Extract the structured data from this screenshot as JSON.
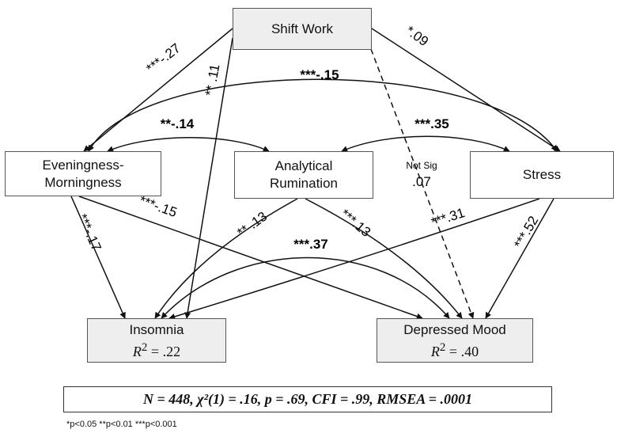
{
  "nodes": {
    "shift_work": {
      "line1": "Shift Work"
    },
    "eveningness": {
      "line1": "Eveningness-",
      "line2": "Morningness"
    },
    "rumination": {
      "line1": "Analytical",
      "line2": "Rumination"
    },
    "stress": {
      "line1": "Stress"
    },
    "insomnia": {
      "line1": "Insomnia",
      "r2_symbol": "R",
      "r2_value": "= .22"
    },
    "depressed": {
      "line1": "Depressed Mood",
      "r2_symbol": "R",
      "r2_value": "= .40"
    }
  },
  "paths": {
    "shift_even": "***-.27",
    "shift_insomnia": "** .11",
    "shift_stress": "*.09",
    "shift_depressed_note": "Not Sig",
    "shift_depressed": ".07",
    "even_stress_cov": "***-.15",
    "even_rum_cov": "**-.14",
    "rum_stress_cov": "***.35",
    "even_insomnia": "***-.17",
    "even_depressed": "***-.15",
    "rum_insomnia": "** .13",
    "rum_depressed": "***.13",
    "stress_insomnia": "***.31",
    "stress_depressed": "***.52",
    "insomnia_depressed_cov": "***.37"
  },
  "fit_stats": "N = 448, χ²(1) = .16, p = .69, CFI = .99, RMSEA = .0001",
  "legend": "*p<0.05  **p<0.01  ***p<0.001"
}
